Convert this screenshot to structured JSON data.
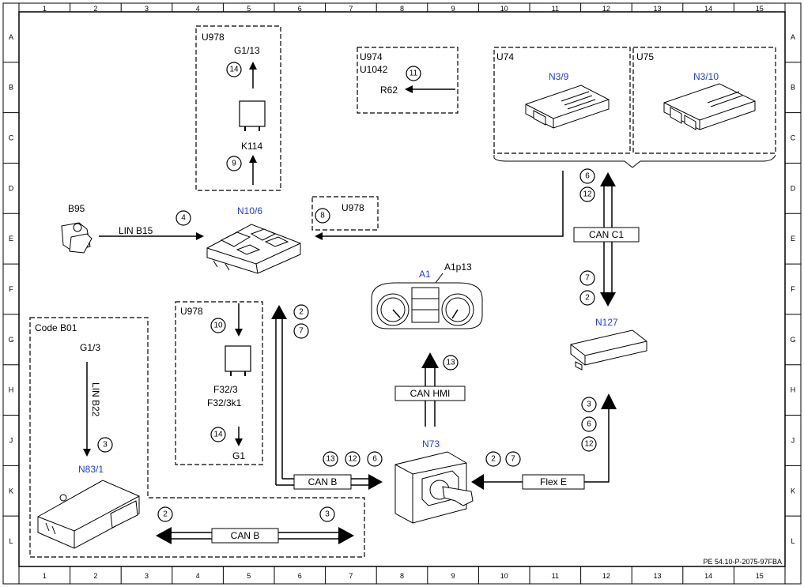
{
  "columns": [
    "1",
    "2",
    "3",
    "4",
    "5",
    "6",
    "7",
    "8",
    "9",
    "10",
    "11",
    "12",
    "13",
    "14",
    "15"
  ],
  "rows": [
    "A",
    "B",
    "C",
    "D",
    "E",
    "F",
    "G",
    "H",
    "J",
    "K",
    "L"
  ],
  "groups": {
    "u978_top": "U978",
    "u974": "U974",
    "u1042": "U1042",
    "u74": "U74",
    "u75": "U75",
    "u978_mid": "U978",
    "u978_left": "U978",
    "code_b01": "Code B01"
  },
  "components": {
    "g1_13": "G1/13",
    "k114": "K114",
    "r62": "R62",
    "n3_9": "N3/9",
    "n3_10": "N3/10",
    "b95": "B95",
    "n10_6": "N10/6",
    "a1": "A1",
    "a1p13": "A1p13",
    "n127": "N127",
    "g1_3": "G1/3",
    "n83_1": "N83/1",
    "f32_3": "F32/3",
    "f32_3k1": "F32/3k1",
    "g1": "G1",
    "n73": "N73"
  },
  "buses": {
    "lin_b15": "LIN B15",
    "lin_b22": "LIN B22",
    "can_c1": "CAN C1",
    "can_hmi": "CAN HMI",
    "can_b_right": "CAN B",
    "can_b_bottom": "CAN B",
    "flex_e": "Flex E"
  },
  "callouts": {
    "c14_top": "14",
    "c9_top": "9",
    "c11": "11",
    "c4": "4",
    "c8": "8",
    "c6_c1": "6",
    "c12_c1": "12",
    "c7_c1": "7",
    "c2_c1": "2",
    "c2_canb": "2",
    "c7_canb": "7",
    "c10": "10",
    "c14_mid": "14",
    "c13_hmi": "13",
    "c3_flex": "3",
    "c6_flex": "6",
    "c12_flex": "12",
    "c2_n73": "2",
    "c7_n73": "7",
    "c13_canb": "13",
    "c12_canb": "12",
    "c6_canb": "6",
    "c3_lin": "3",
    "c2_bottom": "2",
    "c3_bottom": "3"
  },
  "footer": "PE 54.10-P-2075-97FBA",
  "colors": {
    "component_blue": "#1f3fd0",
    "line": "#000000"
  }
}
